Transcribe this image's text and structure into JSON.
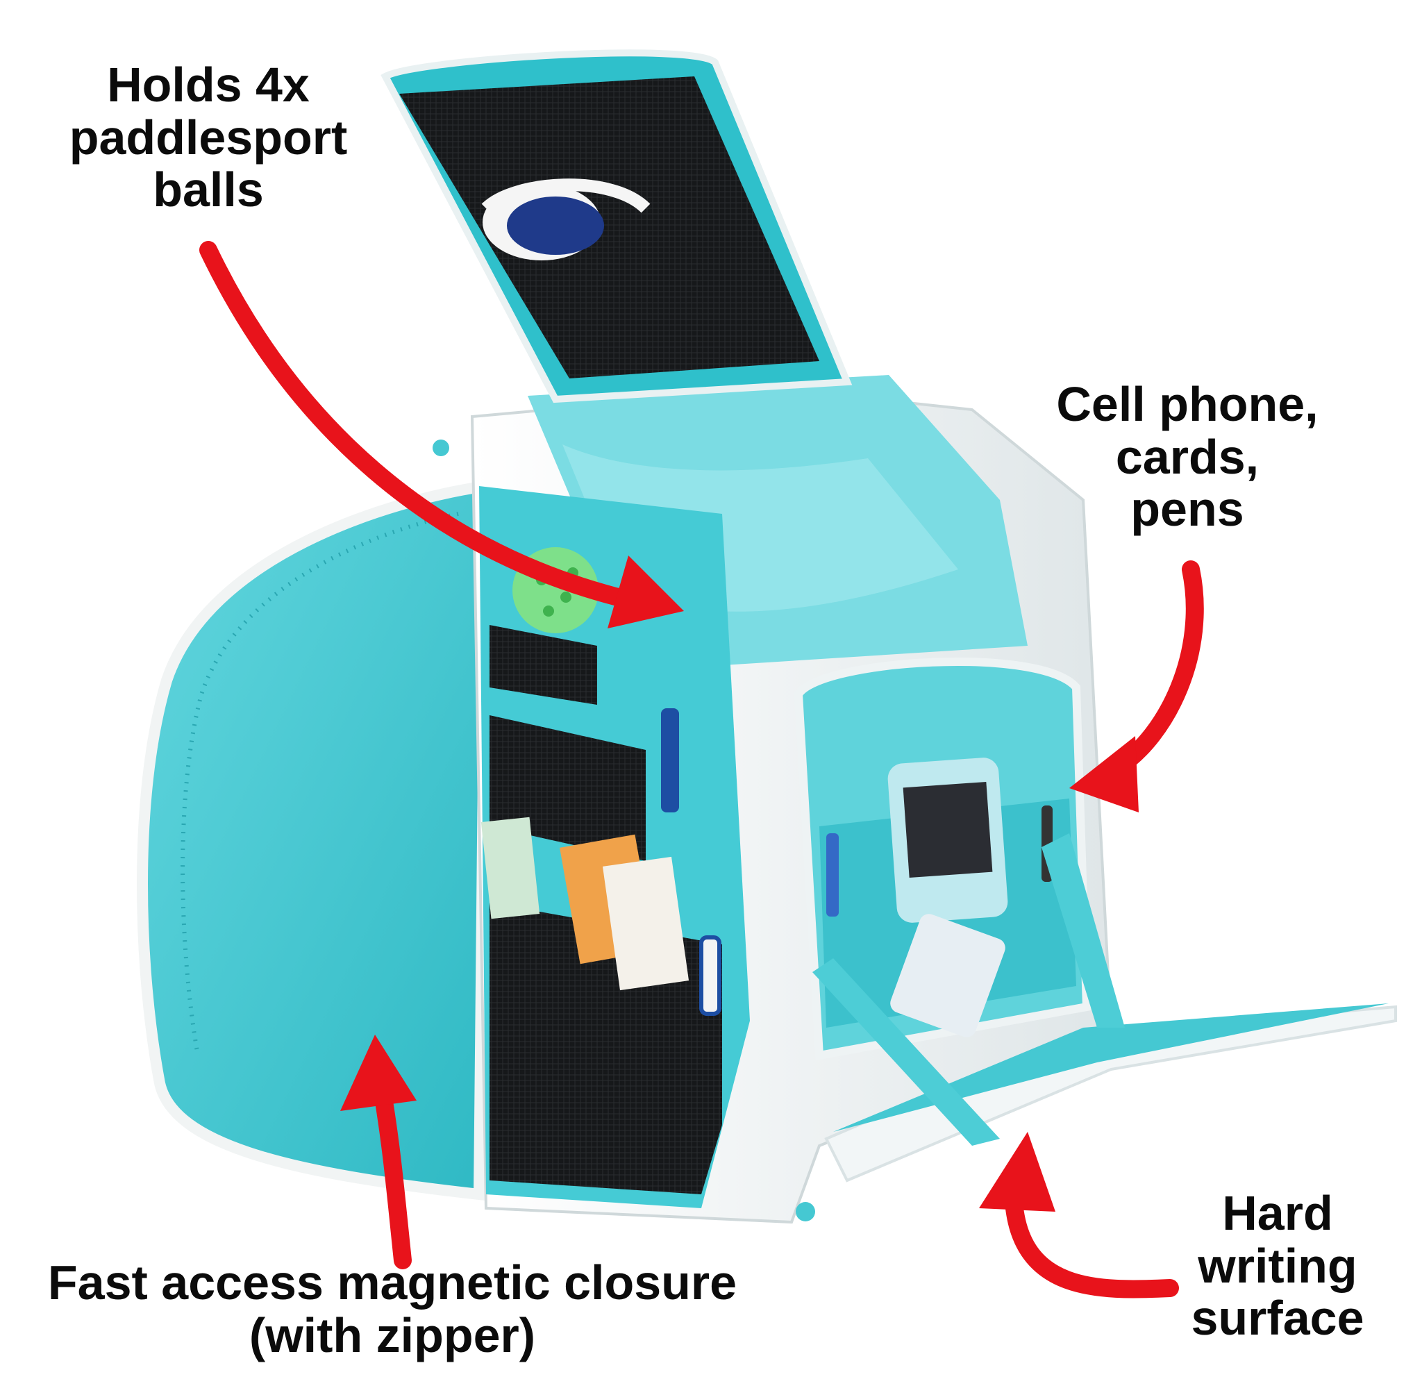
{
  "annotations": {
    "balls": {
      "lines": [
        "Holds 4x",
        "paddlesport",
        "balls"
      ]
    },
    "phone": {
      "lines": [
        "Cell phone,",
        "cards,",
        "pens"
      ]
    },
    "closure": {
      "lines": [
        "Fast access magnetic closure",
        "(with zipper)"
      ]
    },
    "writing": {
      "lines": [
        "Hard",
        "writing",
        "surface"
      ]
    }
  },
  "colors": {
    "arrow": "#e8131b",
    "bag_aqua": "#3cc6d0",
    "bag_aqua_light": "#7fdde3",
    "bag_white": "#f3f6f6",
    "mesh_black": "#151719"
  }
}
